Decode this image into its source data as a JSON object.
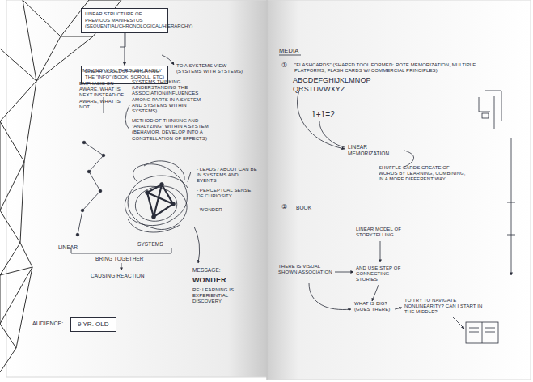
{
  "diagram": {
    "nodes": [
      {
        "text": [
          "LINEAR STRUCTURE OF PREVIOUS MANIFESTOS (SEQUENTIAL/CHRONOLOGICAL/HIERARCHY)"
        ]
      },
      {
        "text": [
          "LINEAR MODEL OF NAVIGATING THE \"INFO\" (BOOK, SCROLL, ETC)"
        ]
      },
      {
        "text": [
          "AUDIENCE:",
          "9 YR. OLD"
        ]
      }
    ],
    "edges": [
      {
        "from": 0,
        "to": 1,
        "arrow": "to"
      }
    ],
    "labels": [
      "\"MOVING\" YOU THROUGH EASILY",
      "TO A SYSTEMS VIEW (SYSTEMS WITH SYSTEMS)",
      "EMPHASIS ON AWARE, WHAT IS NEXT INSTEAD OF AWARE, WHAT IS NOT",
      "SYSTEMS THINKING (UNDERSTANDING THE ASSOCIATION/INFLUENCES AMONG PARTS IN A SYSTEM AND SYSTEMS WITHIN SYSTEMS)",
      "METHOD OF THINKING AND \"ANALYZING\" WITHIN A SYSTEM (BEHAVIOR, DEVELOP INTO A CONSTELLATION OF EFFECTS)",
      "- LEADS / ABOUT CAN BE IN SYSTEMS AND EVENTS",
      "- PERCEPTUAL SENSE OF CURIOSITY",
      "- WONDER",
      "LINEAR",
      "SYSTEMS",
      "BRING TOGETHER",
      "CAUSING REACTION",
      "MESSAGE:",
      "WONDER",
      "RE: LEARNING IS EXPERIENTIAL DISCOVERY",
      "MEDIA",
      "①",
      "\"FLASHCARDS\" (SHAPED TOOL FORMED: ROTE MEMORIZATION, MULTIPLE PLATFORMS, FLASH CARDS W/ COMMERCIAL PRINCIPLES)",
      "ABCDEFGHIJKLMNOP QRSTUVWXYZ",
      "1+1=2",
      "LINEAR MEMORIZATION",
      "SHUFFLE CARDS CREATE OF WORDS BY LEARNING, COMBINING, IN A MORE DIFFERENT WAY",
      "②",
      "BOOK",
      "LINEAR MODEL OF STORYTELLING",
      "THERE IS VISUAL SHOWN ASSOCIATION",
      "AND USE STEP OF CONNECTING STORIES",
      "WHAT IS BIG? (GOES THERE)",
      "TO TRY TO NAVIGATE NONLINEARITY? CAN I START IN THE MIDDLE?"
    ]
  }
}
